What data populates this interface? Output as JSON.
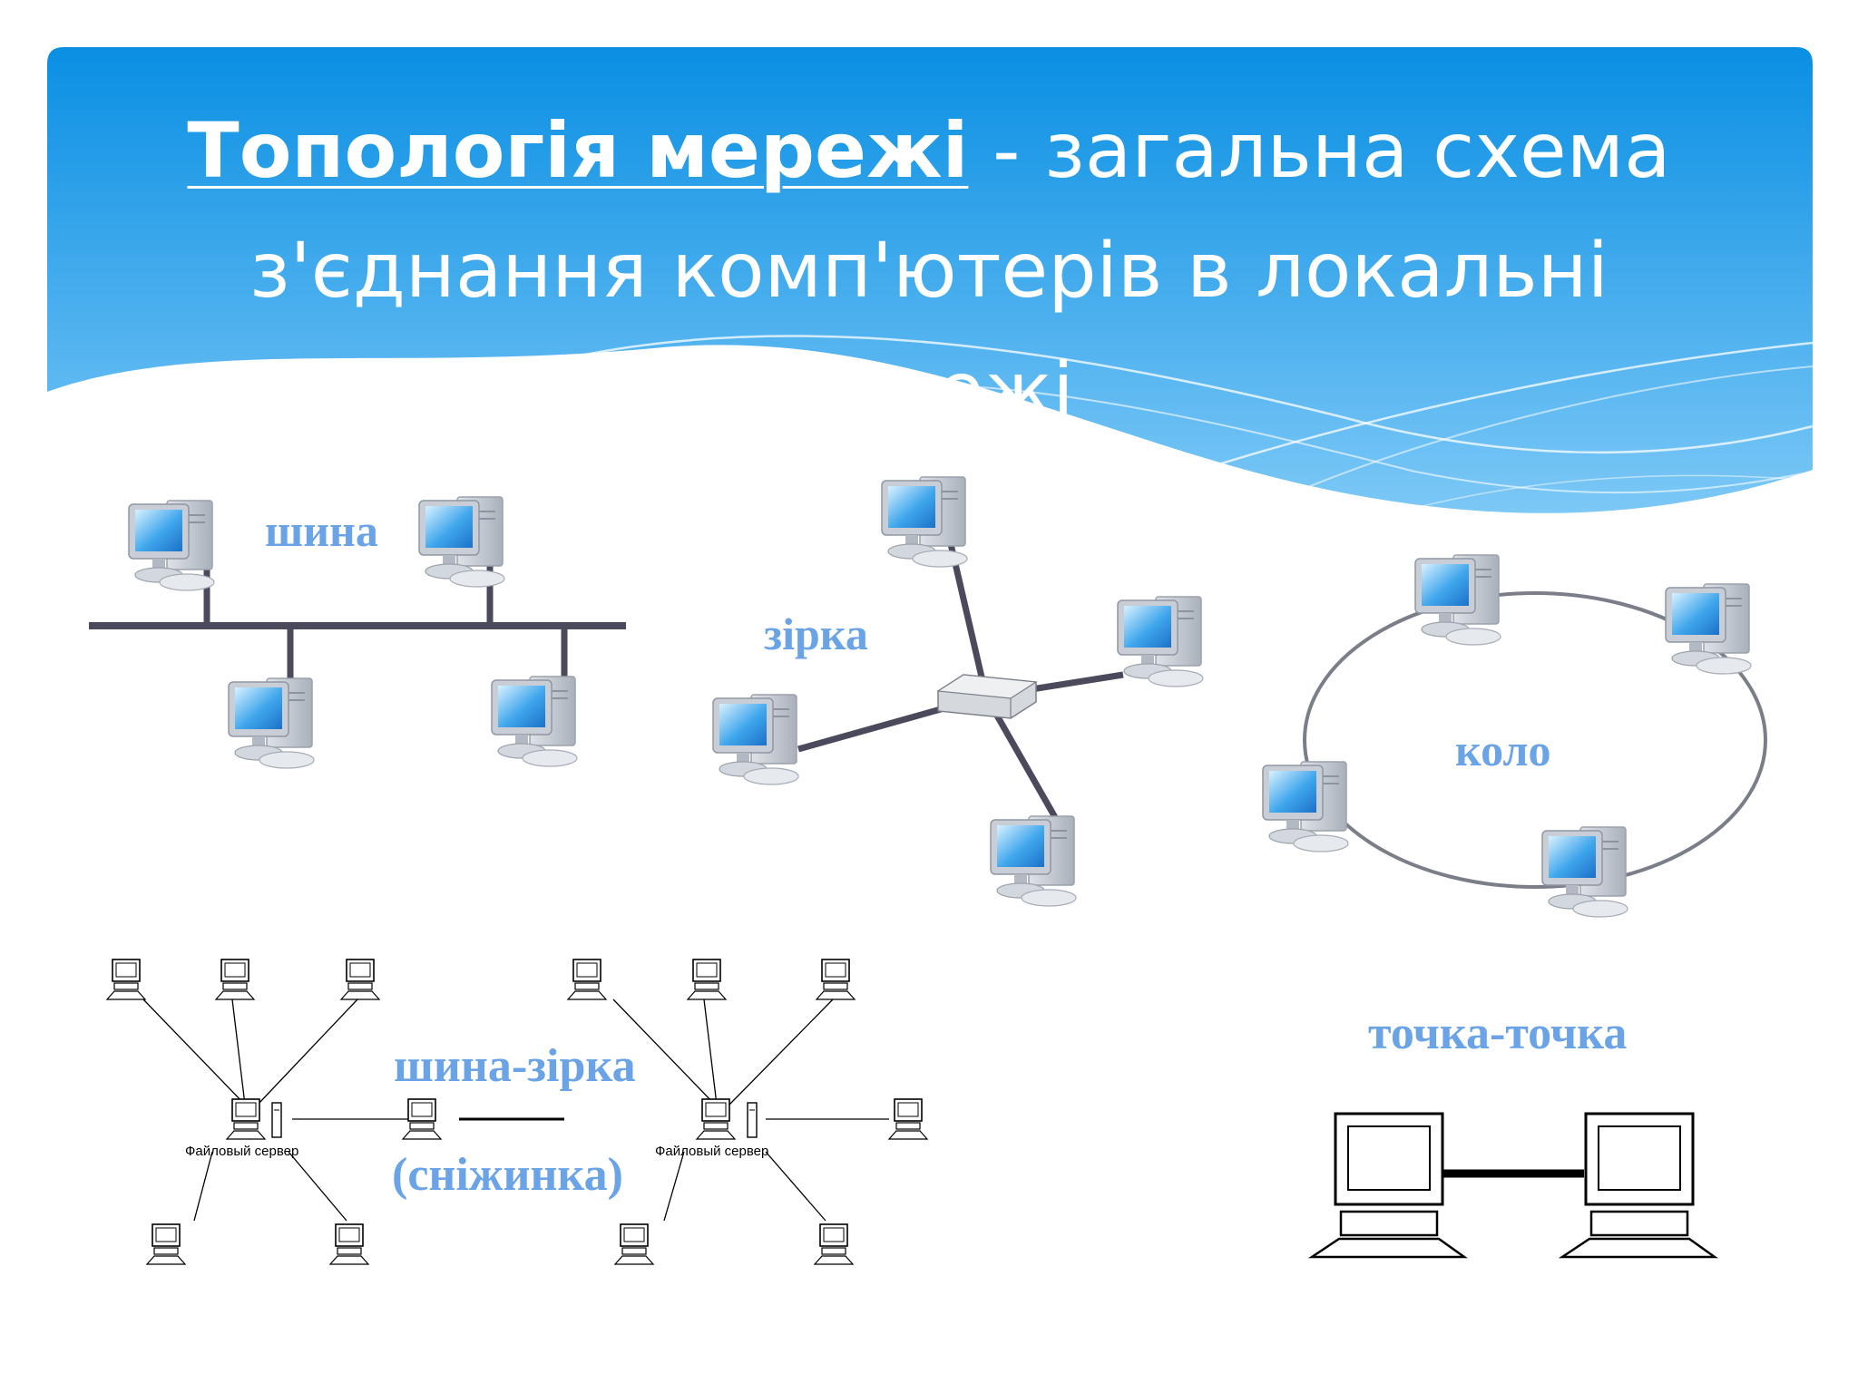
{
  "slide": {
    "title_term": "Топологія мережі",
    "title_rest": " - загальна схема з'єднання комп'ютерів в локальні мережі"
  },
  "topologies": {
    "bus": "шина",
    "star": "зірка",
    "ring": "коло",
    "tree_line1": "шина-зірка",
    "tree_line2": "(сніжинка)",
    "p2p": "точка-точка"
  },
  "file_server_label": "Файловый сервер",
  "colors": {
    "header_top": "#0a8fe3",
    "header_bottom": "#7cc8f6",
    "label": "#6aa3e6",
    "link": "#4a4a5c"
  },
  "icons": {
    "computer": "computer-icon",
    "hub": "hub-icon",
    "workstation": "workstation-icon",
    "server": "server-tower-icon"
  }
}
